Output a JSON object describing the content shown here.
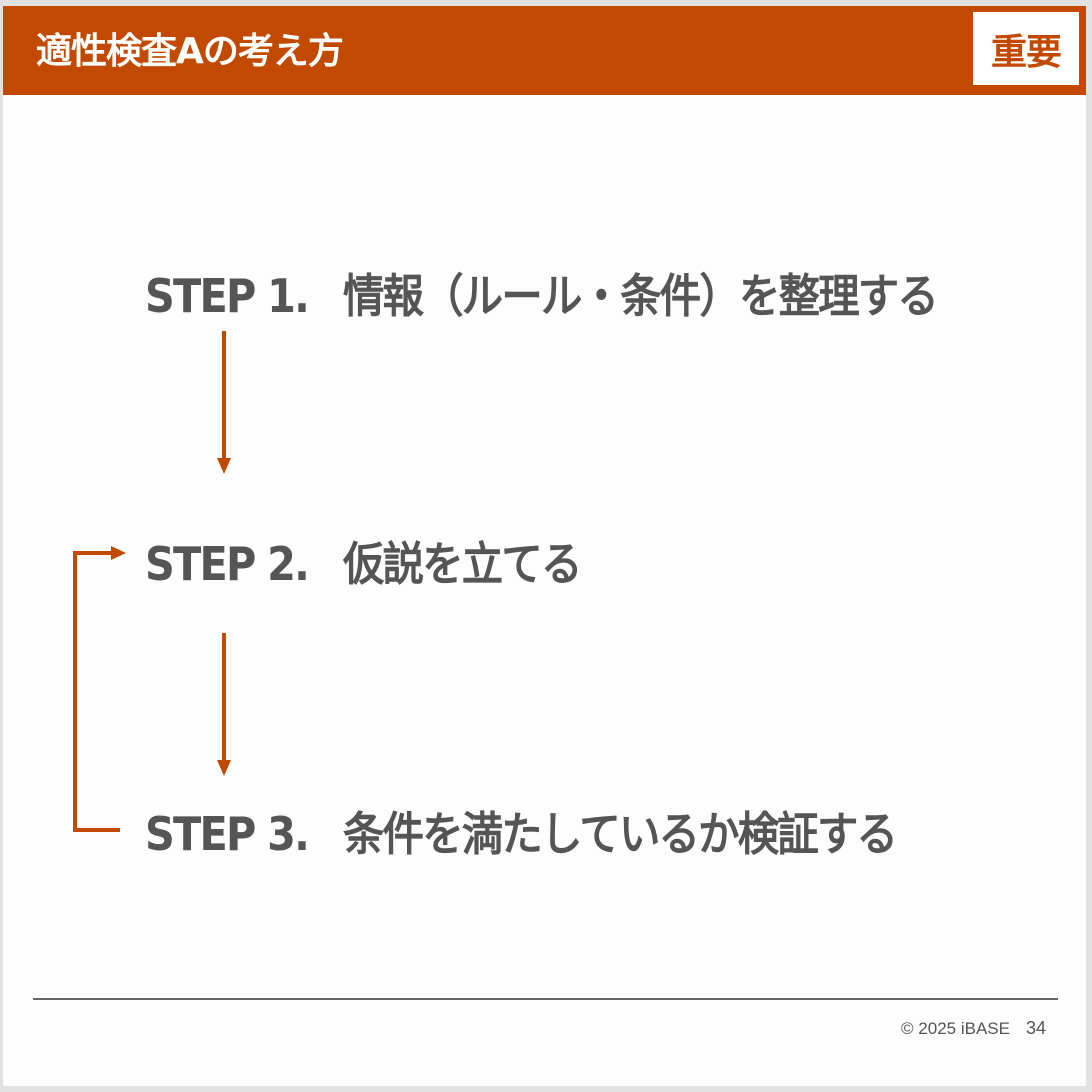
{
  "header": {
    "title": "適性検査Aの考え方",
    "badge": "重要"
  },
  "steps": [
    {
      "label": "STEP 1.",
      "text": "情報（ルール・条件）を整理する"
    },
    {
      "label": "STEP 2.",
      "text": "仮説を立てる"
    },
    {
      "label": "STEP 3.",
      "text": "条件を満たしているか検証する"
    }
  ],
  "footer": {
    "copyright": "© 2025 iBASE",
    "page": "34"
  },
  "colors": {
    "accent": "#c24a00",
    "text": "#555555"
  }
}
